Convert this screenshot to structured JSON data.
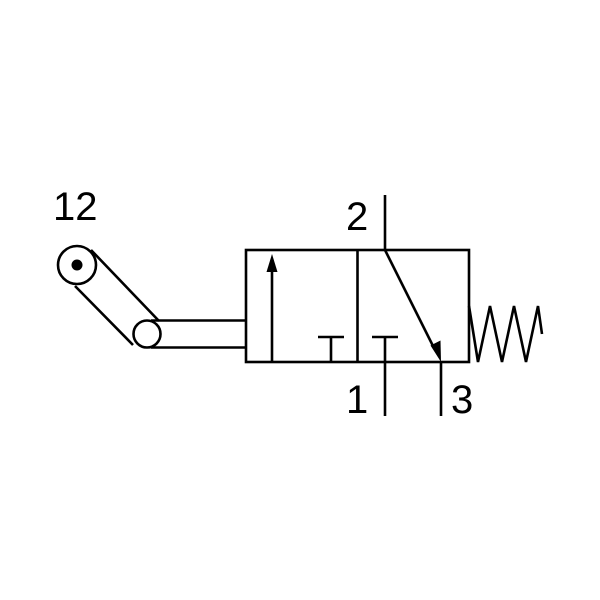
{
  "symbol": {
    "labels": {
      "pilot": "12",
      "outlet": "2",
      "inlet": "1",
      "exhaust": "3"
    },
    "colors": {
      "line": "#000000",
      "background": "#ffffff"
    }
  }
}
